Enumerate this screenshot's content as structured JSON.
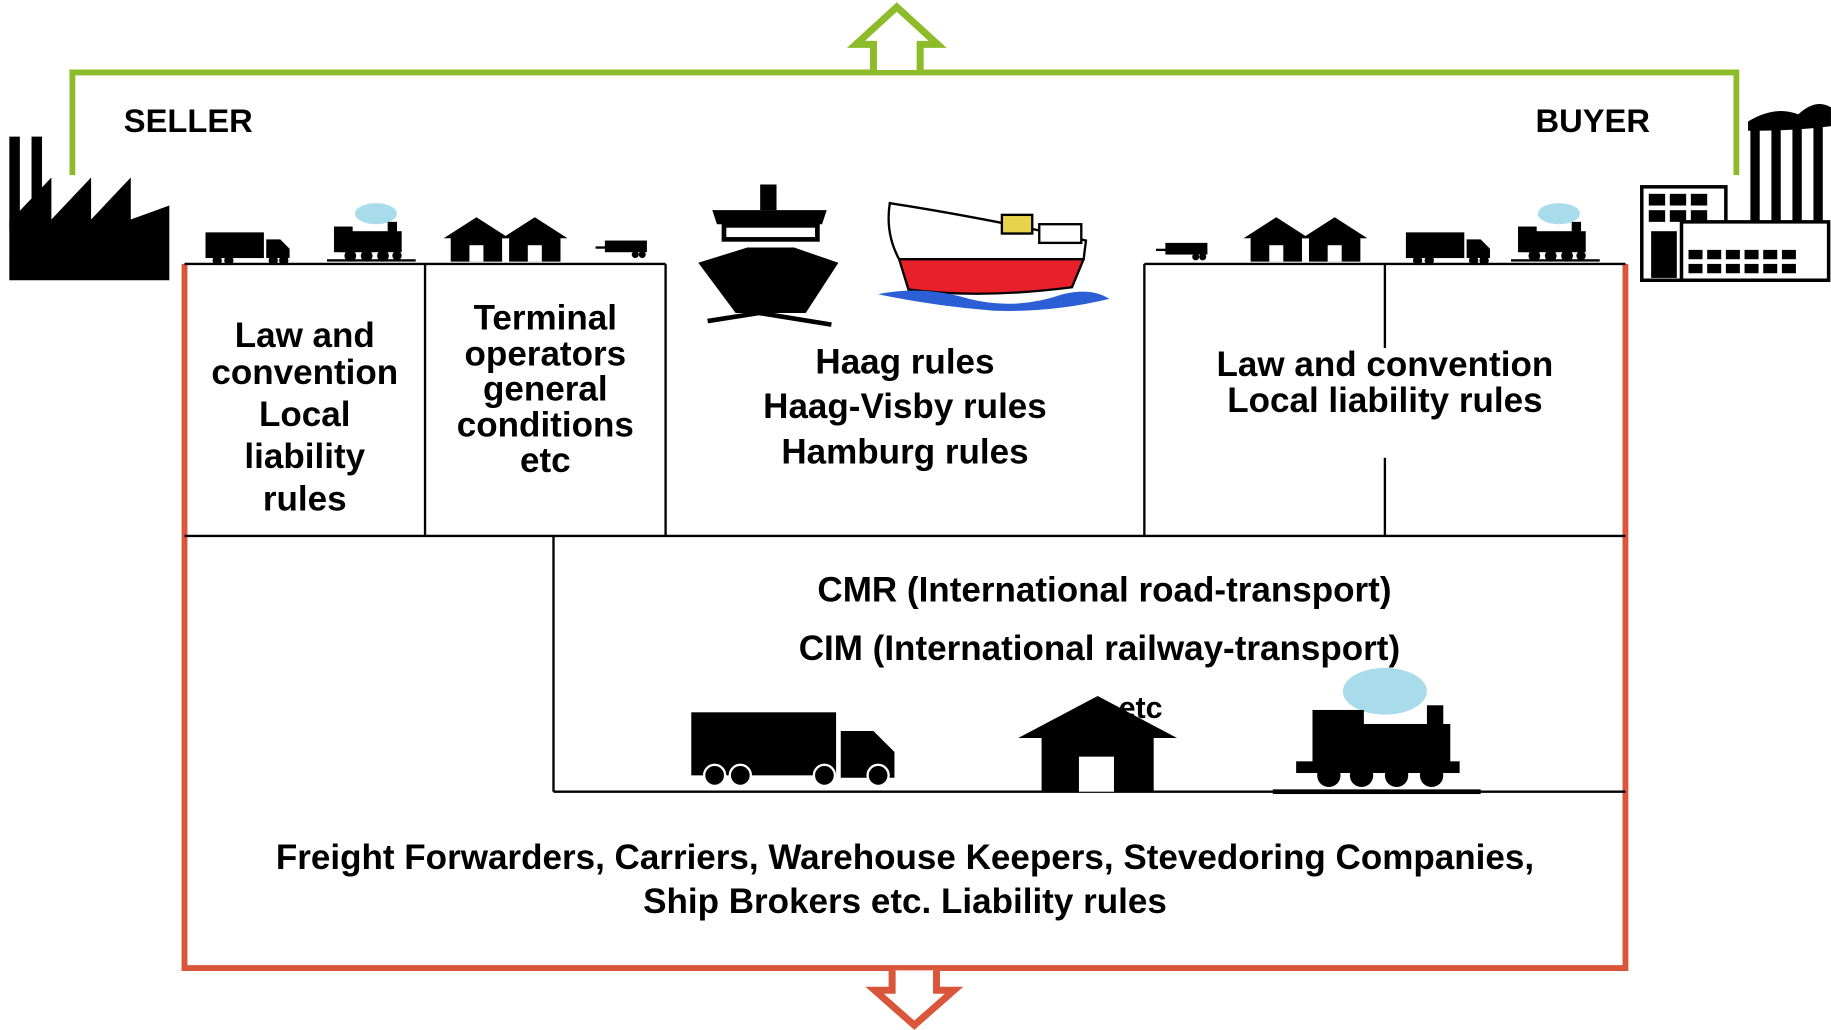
{
  "diagram": {
    "seller_label": "SELLER",
    "buyer_label": "BUYER",
    "cell_local_left": [
      "Law and",
      "convention",
      "Local",
      "liability",
      "rules"
    ],
    "cell_terminal": [
      "Terminal",
      "operators",
      "general",
      "conditions",
      "etc"
    ],
    "cell_sea": [
      "Haag rules",
      "Haag-Visby rules",
      "Hamburg rules"
    ],
    "cell_local_right": [
      "Law  and convention",
      "Local liability rules"
    ],
    "cell_land": {
      "cmr": "CMR  (International road-transport)",
      "cim": "CIM   (International railway-transport)",
      "etc": "etc"
    },
    "cell_bottom": [
      "Freight Forwarders, Carriers, Warehouse Keepers,  Stevedoring Companies,",
      "Ship Brokers etc. Liability rules"
    ],
    "colors": {
      "top_arrow_green": "#8dbb2a",
      "bottom_box_orange": "#d9563a",
      "steam_blue": "#a8dcea",
      "ship_hull_red": "#e8202a",
      "water_blue": "#2c5fd6"
    },
    "icons": [
      "factory-icon",
      "truck-icon",
      "locomotive-icon",
      "warehouse-icon",
      "trailer-icon",
      "ship-icon",
      "cargo-ship-icon",
      "buyer-factory-icon"
    ]
  }
}
